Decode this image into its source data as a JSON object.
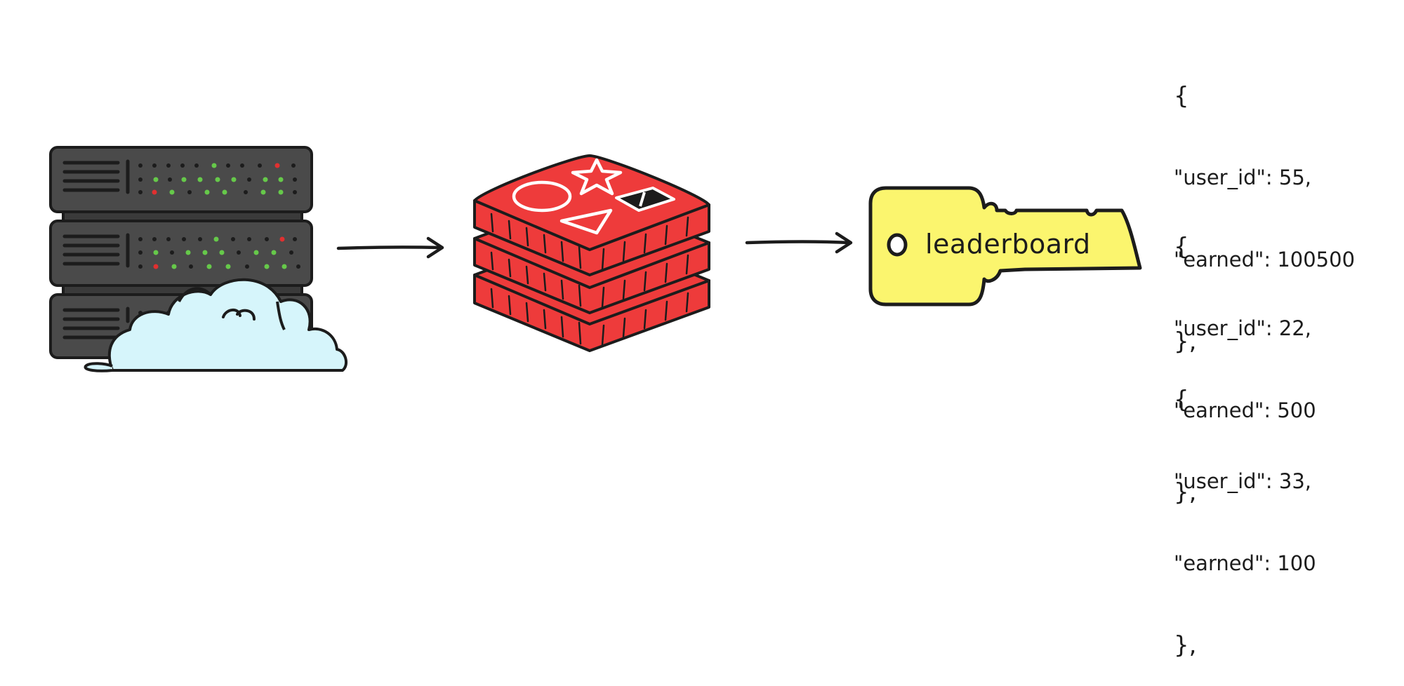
{
  "key": {
    "label": "leaderboard"
  },
  "records": [
    {
      "open": "{",
      "user_id_line": "\"user_id\": 55,",
      "earned_line": "\"earned\": 100500",
      "close": "},",
      "user_id": 55,
      "earned": 100500
    },
    {
      "open": "{",
      "user_id_line": "\"user_id\": 22,",
      "earned_line": "\"earned\": 500",
      "close": "},",
      "user_id": 22,
      "earned": 500
    },
    {
      "open": "{",
      "user_id_line": "\"user_id\": 33,",
      "earned_line": "\"earned\": 100",
      "close": "},",
      "user_id": 33,
      "earned": 100
    }
  ],
  "colors": {
    "server": "#4a4a4a",
    "cloud": "#d6f5fb",
    "redis": "#ee3b3b",
    "key": "#fbf56e",
    "stroke": "#1c1c1c",
    "led_green": "#66c94a",
    "led_red": "#e03030"
  },
  "icons": [
    "server-rack-icon",
    "cloud-icon",
    "redis-stack-icon",
    "key-icon",
    "arrow-icon"
  ]
}
